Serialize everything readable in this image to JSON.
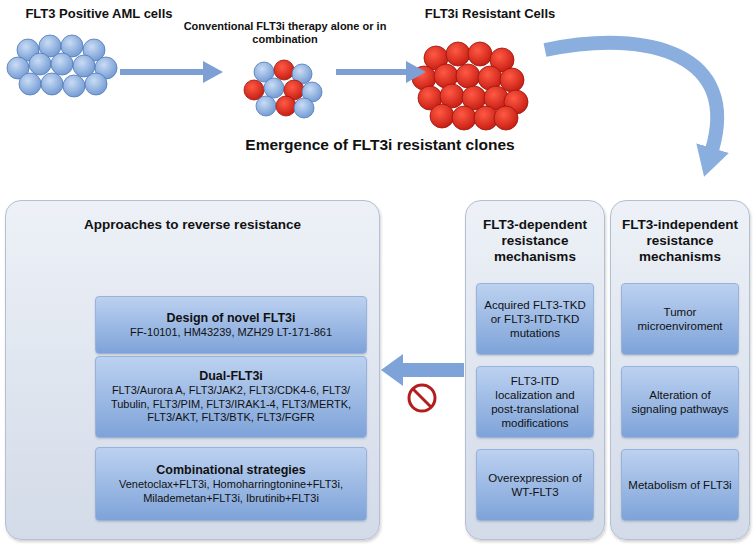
{
  "diagram": {
    "title": "Emergence of FLT3i resistant clones",
    "nodes": [
      {
        "text": [
          "Approaches to reverse resistance"
        ]
      },
      {
        "text": [
          "Design of novel FLT3i",
          "FF-10101, HM43239, MZH29 LT-171-861"
        ],
        "in": 0
      },
      {
        "text": [
          "Dual-FLT3i",
          "FLT3/Aurora A, FLT3/JAK2, FLT3/CDK4-6, FLT3/ Tubulin, FLT3/PIM, FLT3/IRAK1-4, FLT3/MERTK, FLT3/AKT, FLT3/BTK, FLT3/FGFR"
        ],
        "in": 0
      },
      {
        "text": [
          "Combinational strategies",
          "Venetoclax+FLT3i, Homoharringtonine+FLT3i, Milademetan+FLT3i, Ibrutinib+FLT3i"
        ],
        "in": 0
      },
      {
        "text": [
          "FLT3-dependent resistance mechanisms"
        ]
      },
      {
        "text": [
          "Acquired FLT3-TKD or FLT3-ITD-TKD mutations"
        ],
        "in": 4
      },
      {
        "text": [
          "FLT3-ITD localization and post-translational modifications"
        ],
        "in": 4
      },
      {
        "text": [
          "Overexpression of WT-FLT3"
        ],
        "in": 4
      },
      {
        "text": [
          "FLT3-independent resistance mechanisms"
        ]
      },
      {
        "text": [
          "Tumor microenviroment"
        ],
        "in": 8
      },
      {
        "text": [
          "Alteration of signaling pathways"
        ],
        "in": 8
      },
      {
        "text": [
          "Metabolism of FLT3i"
        ],
        "in": 8
      }
    ],
    "edges": [
      {
        "from": 4,
        "to": 0,
        "arrow": "to"
      }
    ],
    "labels": [
      "FLT3 Positive AML cells",
      "Conventional FLT3i therapy alone or in combination",
      "FLT3i Resistant Cells"
    ]
  }
}
